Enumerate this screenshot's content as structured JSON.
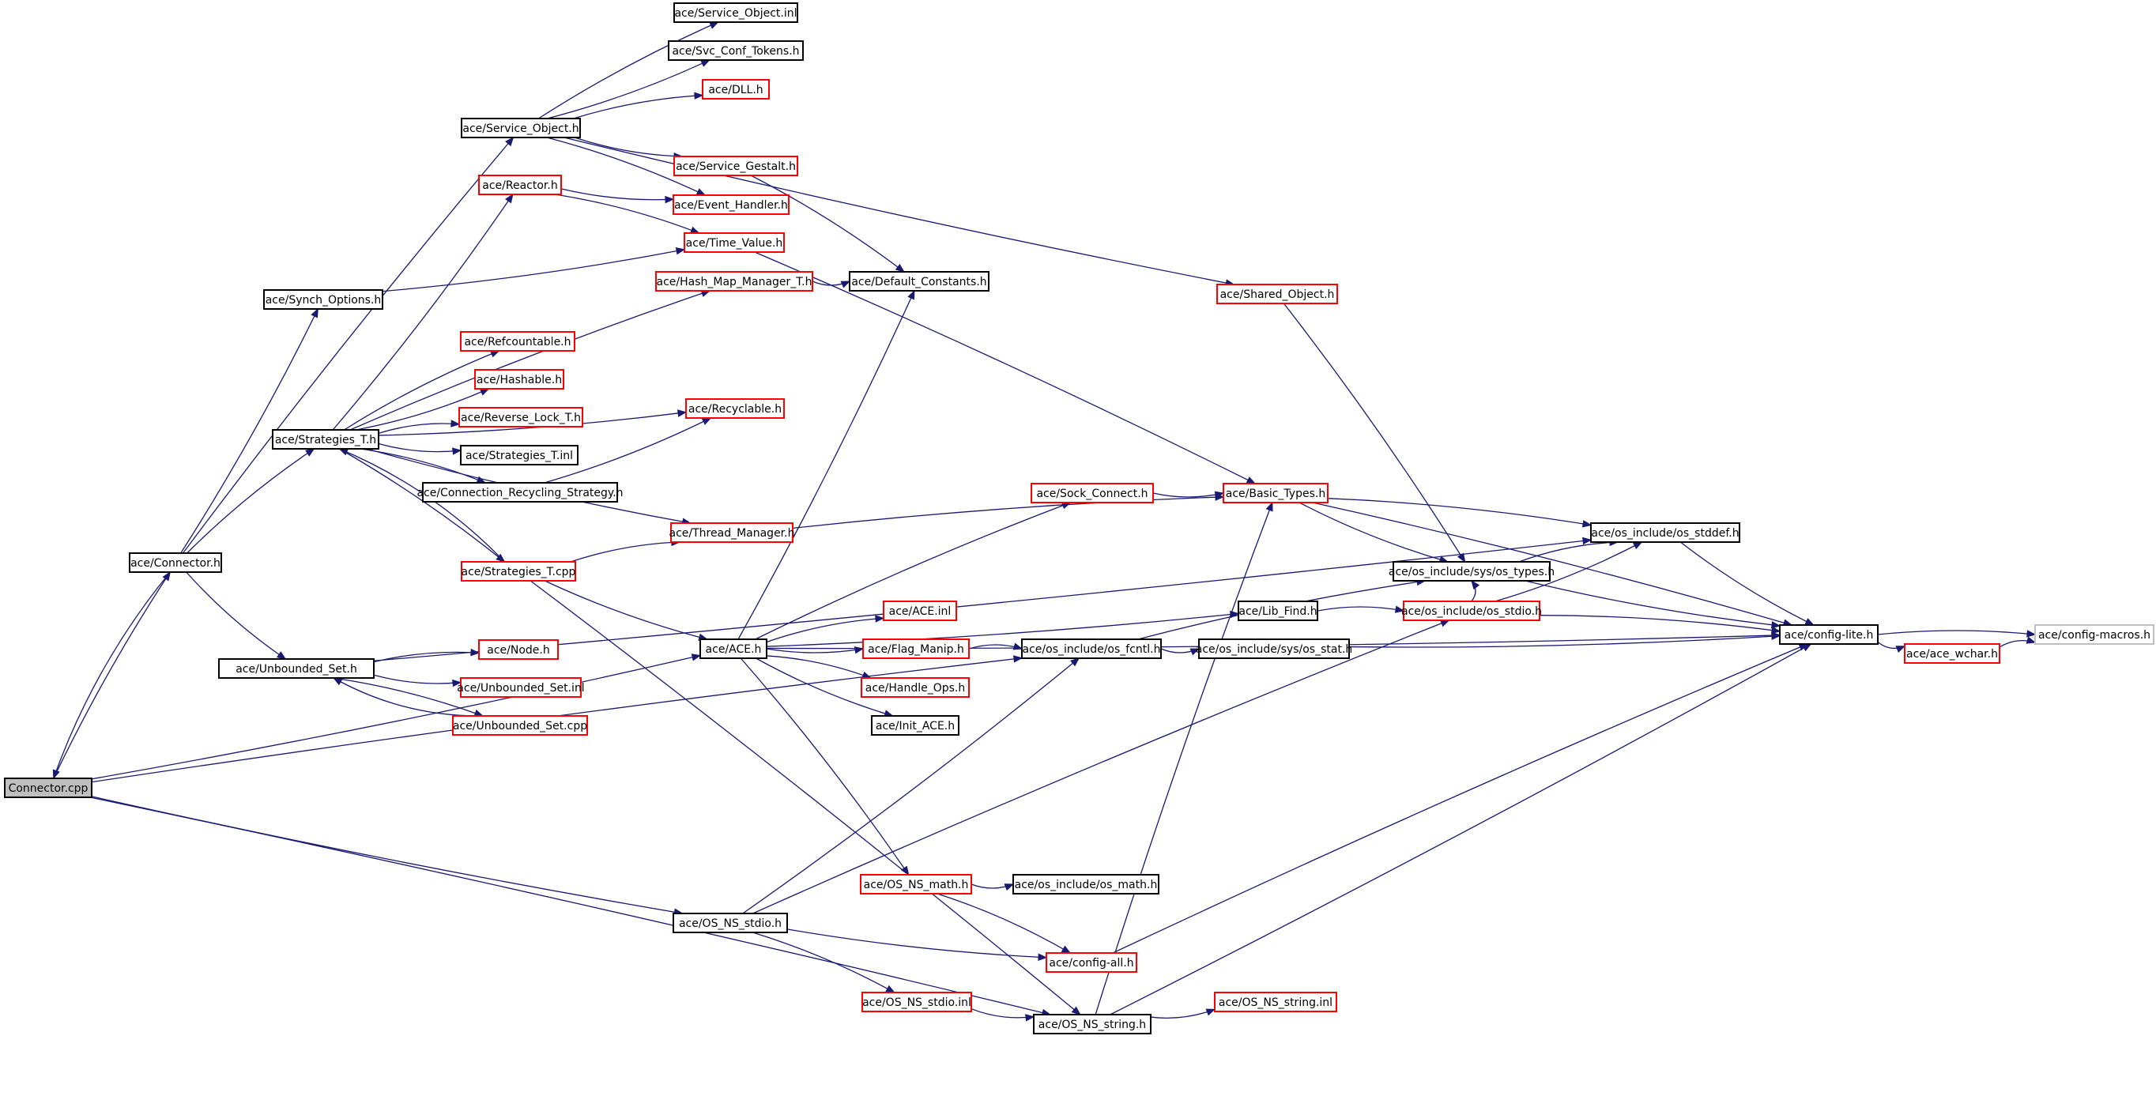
{
  "graph": {
    "nodes": [
      {
        "id": "root",
        "label": "Connector.cpp",
        "style": "root"
      },
      {
        "id": "connector_h",
        "label": "ace/Connector.h",
        "style": "std"
      },
      {
        "id": "service_object_inl",
        "label": "ace/Service_Object.inl",
        "style": "std"
      },
      {
        "id": "svc_conf_tokens",
        "label": "ace/Svc_Conf_Tokens.h",
        "style": "std"
      },
      {
        "id": "dll",
        "label": "ace/DLL.h",
        "style": "red"
      },
      {
        "id": "service_object_h",
        "label": "ace/Service_Object.h",
        "style": "std"
      },
      {
        "id": "service_gestalt",
        "label": "ace/Service_Gestalt.h",
        "style": "red"
      },
      {
        "id": "reactor",
        "label": "ace/Reactor.h",
        "style": "red"
      },
      {
        "id": "event_handler",
        "label": "ace/Event_Handler.h",
        "style": "red"
      },
      {
        "id": "time_value",
        "label": "ace/Time_Value.h",
        "style": "red"
      },
      {
        "id": "synch_options",
        "label": "ace/Synch_Options.h",
        "style": "std"
      },
      {
        "id": "hash_map",
        "label": "ace/Hash_Map_Manager_T.h",
        "style": "red"
      },
      {
        "id": "default_constants",
        "label": "ace/Default_Constants.h",
        "style": "std"
      },
      {
        "id": "shared_object",
        "label": "ace/Shared_Object.h",
        "style": "red"
      },
      {
        "id": "refcountable",
        "label": "ace/Refcountable.h",
        "style": "red"
      },
      {
        "id": "hashable",
        "label": "ace/Hashable.h",
        "style": "red"
      },
      {
        "id": "reverse_lock",
        "label": "ace/Reverse_Lock_T.h",
        "style": "red"
      },
      {
        "id": "recyclable",
        "label": "ace/Recyclable.h",
        "style": "red"
      },
      {
        "id": "strategies_t_h",
        "label": "ace/Strategies_T.h",
        "style": "std"
      },
      {
        "id": "strategies_t_inl",
        "label": "ace/Strategies_T.inl",
        "style": "std"
      },
      {
        "id": "conn_recycling",
        "label": "ace/Connection_Recycling_Strategy.h",
        "style": "std"
      },
      {
        "id": "sock_connect",
        "label": "ace/Sock_Connect.h",
        "style": "red"
      },
      {
        "id": "basic_types",
        "label": "ace/Basic_Types.h",
        "style": "red"
      },
      {
        "id": "thread_manager",
        "label": "ace/Thread_Manager.h",
        "style": "red"
      },
      {
        "id": "os_stddef",
        "label": "ace/os_include/os_stddef.h",
        "style": "std"
      },
      {
        "id": "strategies_t_cpp",
        "label": "ace/Strategies_T.cpp",
        "style": "red"
      },
      {
        "id": "os_types",
        "label": "ace/os_include/sys/os_types.h",
        "style": "std"
      },
      {
        "id": "ace_inl",
        "label": "ace/ACE.inl",
        "style": "red"
      },
      {
        "id": "lib_find",
        "label": "ace/Lib_Find.h",
        "style": "std"
      },
      {
        "id": "os_stdio",
        "label": "ace/os_include/os_stdio.h",
        "style": "red"
      },
      {
        "id": "ace_h",
        "label": "ace/ACE.h",
        "style": "std"
      },
      {
        "id": "config_lite",
        "label": "ace/config-lite.h",
        "style": "std"
      },
      {
        "id": "config_macros",
        "label": "ace/config-macros.h",
        "style": "light"
      },
      {
        "id": "flag_manip",
        "label": "ace/Flag_Manip.h",
        "style": "red"
      },
      {
        "id": "os_fcntl",
        "label": "ace/os_include/os_fcntl.h",
        "style": "std"
      },
      {
        "id": "os_stat",
        "label": "ace/os_include/sys/os_stat.h",
        "style": "std"
      },
      {
        "id": "ace_wchar",
        "label": "ace/ace_wchar.h",
        "style": "red"
      },
      {
        "id": "node_h",
        "label": "ace/Node.h",
        "style": "red"
      },
      {
        "id": "unbounded_set_h",
        "label": "ace/Unbounded_Set.h",
        "style": "std"
      },
      {
        "id": "unbounded_set_inl",
        "label": "ace/Unbounded_Set.inl",
        "style": "red"
      },
      {
        "id": "handle_ops",
        "label": "ace/Handle_Ops.h",
        "style": "red"
      },
      {
        "id": "unbounded_set_cpp",
        "label": "ace/Unbounded_Set.cpp",
        "style": "red"
      },
      {
        "id": "init_ace",
        "label": "ace/Init_ACE.h",
        "style": "std"
      },
      {
        "id": "os_ns_math",
        "label": "ace/OS_NS_math.h",
        "style": "red"
      },
      {
        "id": "os_math",
        "label": "ace/os_include/os_math.h",
        "style": "std"
      },
      {
        "id": "os_ns_stdio_h",
        "label": "ace/OS_NS_stdio.h",
        "style": "std"
      },
      {
        "id": "config_all",
        "label": "ace/config-all.h",
        "style": "red"
      },
      {
        "id": "os_ns_stdio_inl",
        "label": "ace/OS_NS_stdio.inl",
        "style": "red"
      },
      {
        "id": "os_ns_string_inl",
        "label": "ace/OS_NS_string.inl",
        "style": "red"
      },
      {
        "id": "os_ns_string_h",
        "label": "ace/OS_NS_string.h",
        "style": "std"
      }
    ],
    "edges": [
      [
        "root",
        "connector_h"
      ],
      [
        "root",
        "ace_h"
      ],
      [
        "root",
        "os_fcntl"
      ],
      [
        "root",
        "os_ns_stdio_h"
      ],
      [
        "root",
        "os_ns_string_h"
      ],
      [
        "connector_h",
        "root"
      ],
      [
        "connector_h",
        "service_object_h"
      ],
      [
        "connector_h",
        "synch_options"
      ],
      [
        "connector_h",
        "strategies_t_h"
      ],
      [
        "connector_h",
        "unbounded_set_h"
      ],
      [
        "service_object_h",
        "service_object_inl"
      ],
      [
        "service_object_h",
        "svc_conf_tokens"
      ],
      [
        "service_object_h",
        "dll"
      ],
      [
        "service_object_h",
        "service_gestalt"
      ],
      [
        "service_object_h",
        "event_handler"
      ],
      [
        "service_object_h",
        "shared_object"
      ],
      [
        "service_gestalt",
        "default_constants"
      ],
      [
        "reactor",
        "event_handler"
      ],
      [
        "reactor",
        "time_value"
      ],
      [
        "synch_options",
        "time_value"
      ],
      [
        "time_value",
        "basic_types"
      ],
      [
        "hash_map",
        "default_constants"
      ],
      [
        "shared_object",
        "os_types"
      ],
      [
        "strategies_t_h",
        "reactor"
      ],
      [
        "strategies_t_h",
        "hash_map"
      ],
      [
        "strategies_t_h",
        "recyclable"
      ],
      [
        "strategies_t_h",
        "refcountable"
      ],
      [
        "strategies_t_h",
        "hashable"
      ],
      [
        "strategies_t_h",
        "reverse_lock"
      ],
      [
        "strategies_t_h",
        "strategies_t_inl"
      ],
      [
        "strategies_t_h",
        "conn_recycling"
      ],
      [
        "strategies_t_h",
        "thread_manager"
      ],
      [
        "strategies_t_h",
        "strategies_t_cpp"
      ],
      [
        "strategies_t_cpp",
        "strategies_t_h"
      ],
      [
        "strategies_t_cpp",
        "thread_manager"
      ],
      [
        "strategies_t_cpp",
        "ace_h"
      ],
      [
        "strategies_t_cpp",
        "os_ns_string_h"
      ],
      [
        "conn_recycling",
        "recyclable"
      ],
      [
        "thread_manager",
        "basic_types"
      ],
      [
        "sock_connect",
        "basic_types"
      ],
      [
        "basic_types",
        "os_stddef"
      ],
      [
        "basic_types",
        "os_types"
      ],
      [
        "basic_types",
        "config_lite"
      ],
      [
        "os_stddef",
        "config_lite"
      ],
      [
        "os_types",
        "os_stddef"
      ],
      [
        "os_types",
        "config_lite"
      ],
      [
        "lib_find",
        "os_stdio"
      ],
      [
        "os_stdio",
        "os_stddef"
      ],
      [
        "os_stdio",
        "config_lite"
      ],
      [
        "os_stdio",
        "os_types"
      ],
      [
        "config_lite",
        "config_macros"
      ],
      [
        "config_lite",
        "ace_wchar"
      ],
      [
        "ace_wchar",
        "config_macros"
      ],
      [
        "ace_h",
        "default_constants"
      ],
      [
        "ace_h",
        "sock_connect"
      ],
      [
        "ace_h",
        "lib_find"
      ],
      [
        "ace_h",
        "ace_inl"
      ],
      [
        "ace_h",
        "flag_manip"
      ],
      [
        "ace_h",
        "handle_ops"
      ],
      [
        "ace_h",
        "init_ace"
      ],
      [
        "ace_h",
        "os_ns_math"
      ],
      [
        "ace_h",
        "config_lite"
      ],
      [
        "flag_manip",
        "os_fcntl"
      ],
      [
        "os_fcntl",
        "os_stat"
      ],
      [
        "os_fcntl",
        "os_types"
      ],
      [
        "os_stat",
        "config_lite"
      ],
      [
        "unbounded_set_h",
        "node_h"
      ],
      [
        "unbounded_set_h",
        "unbounded_set_inl"
      ],
      [
        "unbounded_set_h",
        "unbounded_set_cpp"
      ],
      [
        "unbounded_set_h",
        "os_stddef"
      ],
      [
        "unbounded_set_cpp",
        "unbounded_set_h"
      ],
      [
        "os_ns_math",
        "os_math"
      ],
      [
        "os_ns_math",
        "config_all"
      ],
      [
        "os_ns_stdio_h",
        "os_fcntl"
      ],
      [
        "os_ns_stdio_h",
        "os_stdio"
      ],
      [
        "os_ns_stdio_h",
        "config_all"
      ],
      [
        "os_ns_stdio_h",
        "os_ns_stdio_inl"
      ],
      [
        "os_ns_stdio_inl",
        "os_ns_string_h"
      ],
      [
        "config_all",
        "config_lite"
      ],
      [
        "os_ns_string_h",
        "os_ns_string_inl"
      ],
      [
        "os_ns_string_h",
        "basic_types"
      ],
      [
        "os_ns_string_h",
        "config_lite"
      ]
    ]
  }
}
